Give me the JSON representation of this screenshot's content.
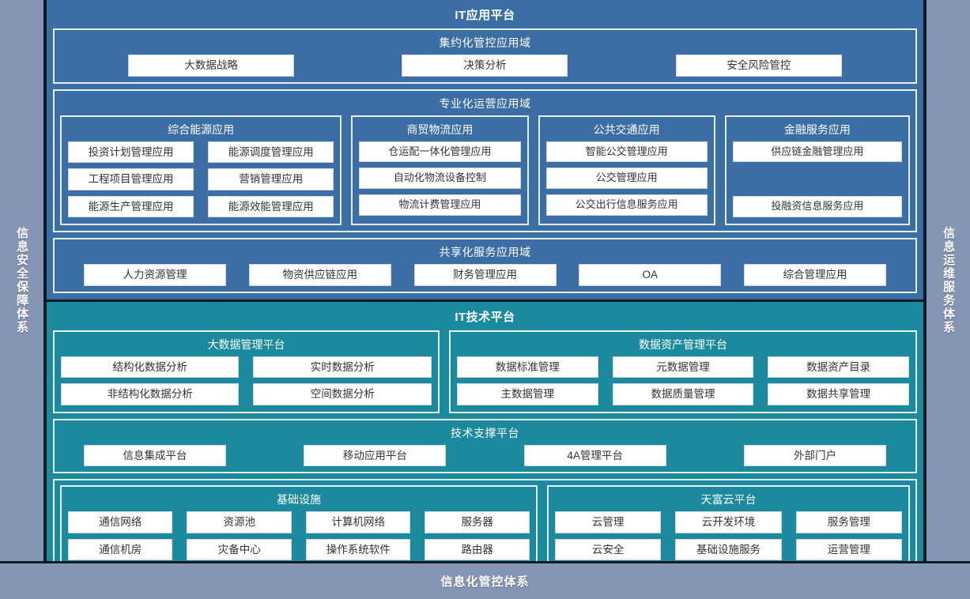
{
  "side_left": {
    "label": "信息安全保障体系"
  },
  "side_right": {
    "label": "信息运维服务体系"
  },
  "bottom_bar": {
    "label": "信息化管控体系"
  },
  "colors": {
    "background": "#8496b4",
    "application_platform": "#3b6ea5",
    "technology_platform": "#1b8a9e",
    "chip_background": "#ffffff",
    "border": "#e8eef5",
    "outer_border": "#0d1a24"
  },
  "application_platform": {
    "title": "IT应用平台",
    "regions": [
      {
        "title": "集约化管控应用域",
        "chips": [
          "大数据战略",
          "决策分析",
          "安全风险管控"
        ]
      },
      {
        "title": "专业化运营应用域",
        "groups": [
          {
            "title": "综合能源应用",
            "rows": [
              [
                "投资计划管理应用",
                "能源调度管理应用"
              ],
              [
                "工程项目管理应用",
                "营销管理应用"
              ],
              [
                "能源生产管理应用",
                "能源效能管理应用"
              ]
            ]
          },
          {
            "title": "商贸物流应用",
            "rows": [
              [
                "仓运配一体化管理应用"
              ],
              [
                "自动化物流设备控制"
              ],
              [
                "物流计费管理应用"
              ]
            ]
          },
          {
            "title": "公共交通应用",
            "rows": [
              [
                "智能公交管理应用"
              ],
              [
                "公交管理应用"
              ],
              [
                "公交出行信息服务应用"
              ]
            ]
          },
          {
            "title": "金融服务应用",
            "rows": [
              [
                "供应链金融管理应用"
              ],
              [
                "投融资信息服务应用"
              ]
            ]
          }
        ]
      },
      {
        "title": "共享化服务应用域",
        "chips": [
          "人力资源管理",
          "物资供应链应用",
          "财务管理应用",
          "OA",
          "综合管理应用"
        ]
      }
    ]
  },
  "technology_platform": {
    "title": "IT技术平台",
    "top_groups": [
      {
        "title": "大数据管理平台",
        "rows": [
          [
            "结构化数据分析",
            "实时数据分析"
          ],
          [
            "非结构化数据分析",
            "空间数据分析"
          ]
        ]
      },
      {
        "title": "数据资产管理平台",
        "rows": [
          [
            "数据标准管理",
            "元数据管理",
            "数据资产目录"
          ],
          [
            "主数据管理",
            "数据质量管理",
            "数据共享管理"
          ]
        ]
      }
    ],
    "support_region": {
      "title": "技术支撑平台",
      "chips": [
        "信息集成平台",
        "移动应用平台",
        "4A管理平台",
        "外部门户"
      ]
    },
    "bottom_groups": [
      {
        "title": "基础设施",
        "rows": [
          [
            "通信网络",
            "资源池",
            "计算机网络",
            "服务器"
          ],
          [
            "通信机房",
            "灾备中心",
            "操作系统软件",
            "路由器"
          ]
        ]
      },
      {
        "title": "天富云平台",
        "rows": [
          [
            "云管理",
            "云开发环境",
            "服务管理"
          ],
          [
            "云安全",
            "基础设施服务",
            "运营管理"
          ]
        ]
      }
    ]
  }
}
